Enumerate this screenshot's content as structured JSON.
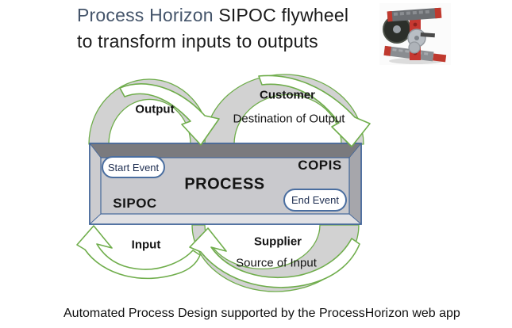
{
  "title": {
    "line1_accent": "Process Horizon",
    "line1_rest": " SIPOC flywheel",
    "line2": "to transform inputs to outputs"
  },
  "diagram": {
    "arcs": {
      "output": {
        "label": "Output"
      },
      "customer": {
        "label": "Customer",
        "sublabel": "Destination of Output"
      },
      "input": {
        "label": "Input"
      },
      "supplier": {
        "label": "Supplier",
        "sublabel": "Source of Input"
      }
    },
    "process_box": {
      "title": "PROCESS",
      "acronym_left": "SIPOC",
      "acronym_right": "COPIS",
      "start_event": "Start Event",
      "end_event": "End Event"
    }
  },
  "caption": "Automated Process Design supported by the ProcessHorizon web app",
  "colors": {
    "accent_text": "#44546A",
    "arrow_green": "#6FAD4B",
    "band_gray": "#D2D2D2",
    "box_border_blue": "#44679A",
    "bevel_dark": "#7A7A7E",
    "panel_gray": "#C9C9CD"
  },
  "icons": {
    "flywheel_photo": "lego-flywheel-model-photo"
  }
}
